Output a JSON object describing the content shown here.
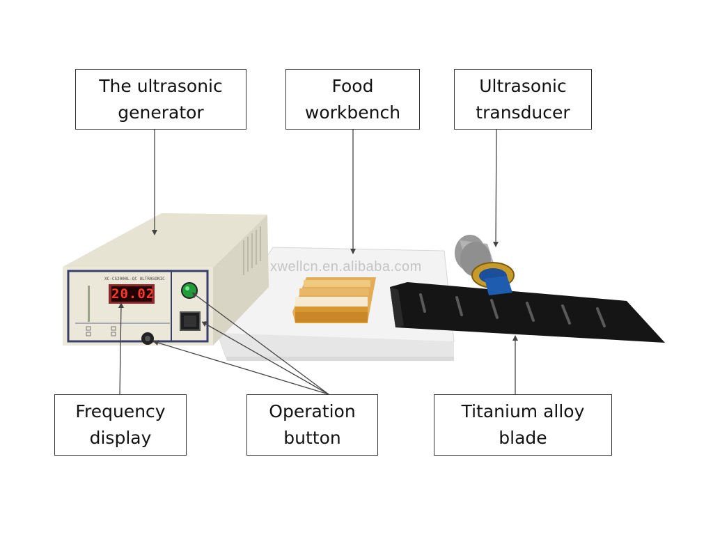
{
  "labels": {
    "generator": [
      "The ultrasonic",
      "generator"
    ],
    "workbench": [
      "Food",
      "workbench"
    ],
    "transducer": [
      "Ultrasonic",
      "transducer"
    ],
    "frequency": [
      "Frequency",
      "display"
    ],
    "operation": [
      "Operation",
      "button"
    ],
    "blade": [
      "Titanium alloy",
      "blade"
    ]
  },
  "device": {
    "frequency_readout": "20.02",
    "panel_text": "XC-CS2000L-QC  ULTRASONIC"
  },
  "watermark": "xwellcn.en.alibaba.com",
  "colors": {
    "device_body": "#e9e5d8",
    "panel_border": "#3a3f6a",
    "lcd_text": "#ff3a2a",
    "blade": "#1a1a1a",
    "foam": "#f4f4f4",
    "pastry": "#e3b35c"
  }
}
